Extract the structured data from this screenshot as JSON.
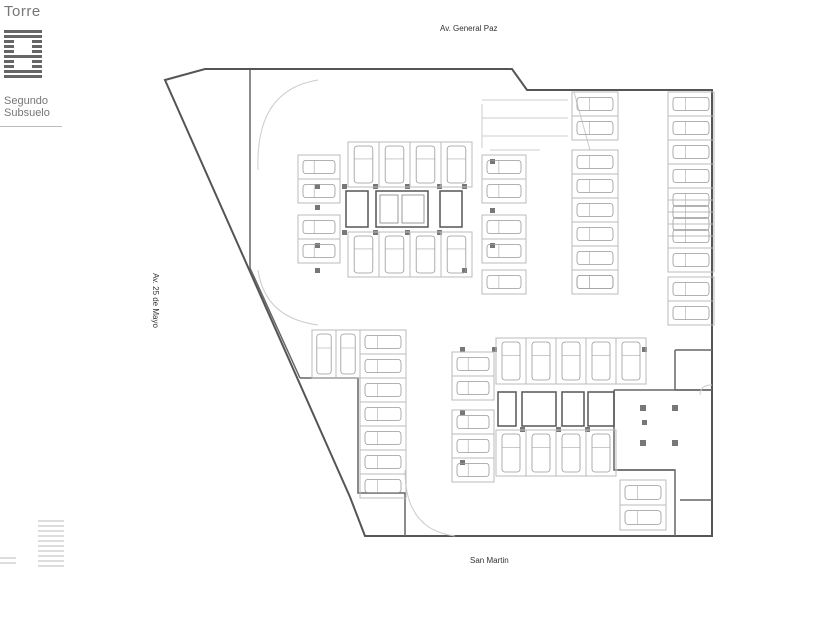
{
  "header": {
    "tower_label": "Torre",
    "tower_letter": "B",
    "level_line1": "Segundo",
    "level_line2": "Subsuelo"
  },
  "streets": {
    "north": "Av. General Paz",
    "west": "Av. 25 de Mayo",
    "south": "San Martin"
  },
  "colors": {
    "wall": "#555555",
    "stall_line": "#bbbbbb",
    "car": "#999999",
    "core": "#666666"
  }
}
